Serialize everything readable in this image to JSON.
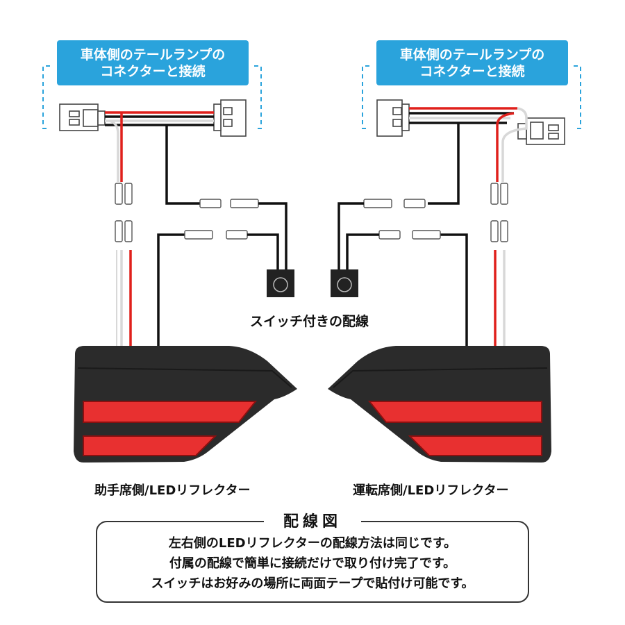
{
  "callout_left": {
    "line1": "車体側のテールランプの",
    "line2": "コネクターと接続"
  },
  "callout_right": {
    "line1": "車体側のテールランプの",
    "line2": "コネクターと接続"
  },
  "switch_label": "スイッチ付きの配線",
  "reflector_left_label": "助手席側/LEDリフレクター",
  "reflector_right_label": "運転席側/LEDリフレクター",
  "legend": {
    "title": "配線図",
    "lines": [
      "左右側のLEDリフレクターの配線方法は同じです。",
      "付属の配線で簡単に接続だけで取り付け完了です。",
      "スイッチはお好みの場所に両面テープで貼付け可能です。"
    ]
  },
  "colors": {
    "callout_bg": "#2aa3dc",
    "dashed_bracket": "#2aa3dc",
    "wire_red": "#e0201c",
    "wire_black": "#111111",
    "wire_white": "#d8d8d8",
    "lens_red": "#e83030",
    "housing": "#2b2b2b"
  }
}
